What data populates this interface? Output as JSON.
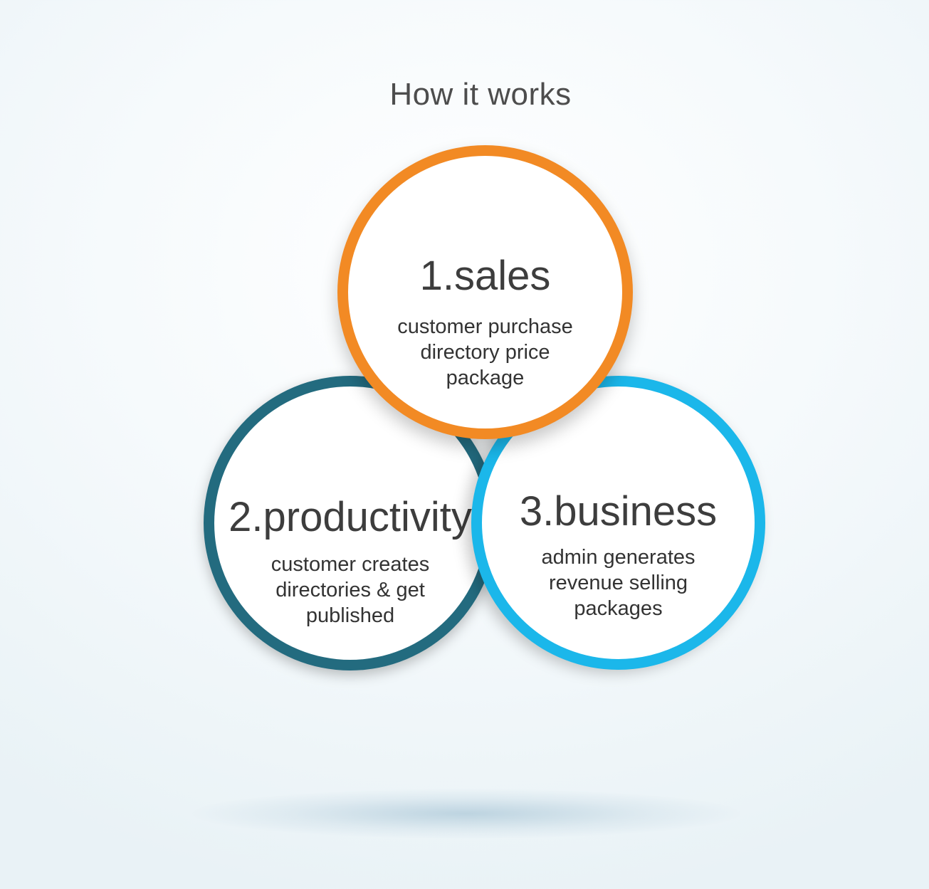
{
  "title": "How it works",
  "colors": {
    "sales": "#f28a24",
    "productivity": "#236b7f",
    "business": "#1bb7ea"
  },
  "steps": [
    {
      "heading": "1.sales",
      "lines": [
        "customer purchase",
        "directory price",
        "package"
      ]
    },
    {
      "heading": "2.productivity",
      "lines": [
        "customer creates",
        "directories & get",
        "published"
      ]
    },
    {
      "heading": "3.business",
      "lines": [
        "admin generates",
        "revenue selling",
        "packages"
      ]
    }
  ]
}
